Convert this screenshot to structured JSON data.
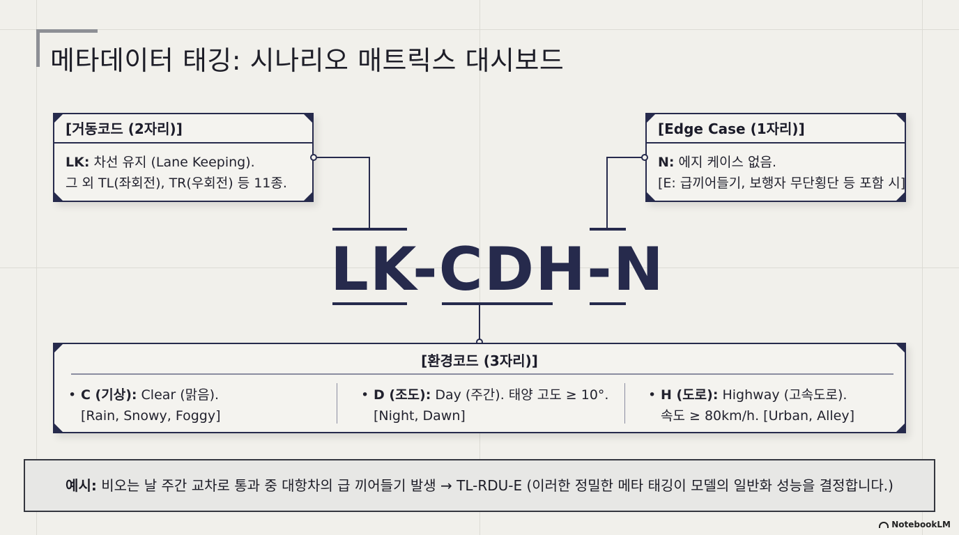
{
  "title": "메타데이터 태깅: 시나리오 매트릭스 대시보드",
  "code": "LK-CDH-N",
  "behavior_box": {
    "header": "[거동코드 (2자리)]",
    "line1_label": "LK:",
    "line1_text": " 차선 유지 (Lane Keeping).",
    "line2": "그 외 TL(좌회전), TR(우회전) 등 11종."
  },
  "edge_box": {
    "header": "[Edge Case (1자리)]",
    "line1_label": "N:",
    "line1_text": " 에지 케이스 없음.",
    "line2": "[E: 급끼어들기, 보행자 무단횡단 등 포함 시]"
  },
  "env_box": {
    "header": "[환경코드 (3자리)]",
    "columns": [
      {
        "bullet": "•",
        "label": "C (기상):",
        "text": " Clear (맑음).",
        "sub": "[Rain, Snowy, Foggy]"
      },
      {
        "bullet": "•",
        "label": "D (조도):",
        "text": " Day (주간). 태양 고도 ≥ 10°.",
        "sub": "[Night, Dawn]"
      },
      {
        "bullet": "•",
        "label": "H (도로):",
        "text": " Highway (고속도로).",
        "sub": "속도 ≥ 80km/h. [Urban, Alley]"
      }
    ]
  },
  "example": {
    "label": "예시:",
    "text": " 비오는 날 주간 교차로 통과 중 대항차의 급 끼어들기 발생 → TL-RDU-E (이러한 정밀한 메타 태깅이 모델의 일반화 성능을 결정합니다.)"
  },
  "brand": "NotebookLM",
  "colors": {
    "accent": "#262a4c",
    "background": "#f1f0eb"
  }
}
